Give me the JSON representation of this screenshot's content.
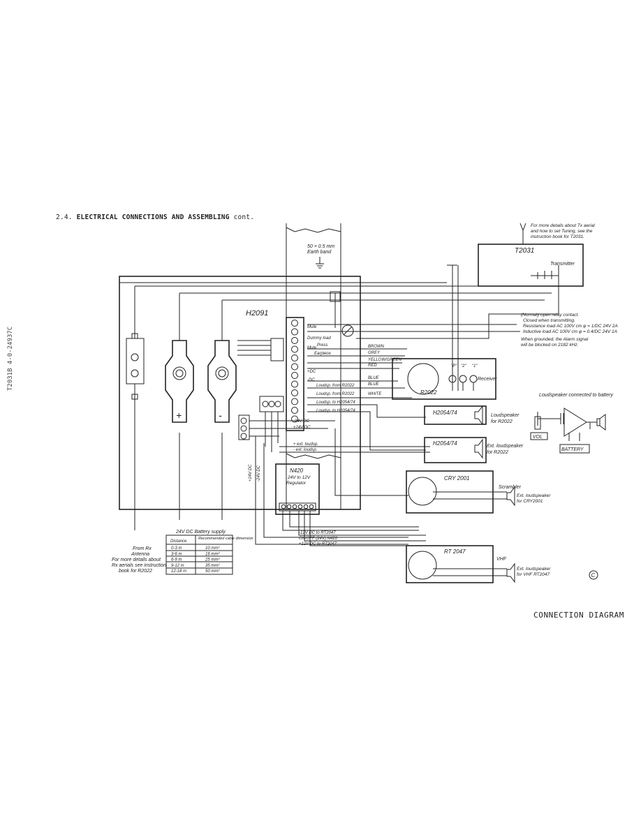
{
  "header": {
    "prefix": "2.4.",
    "title": "ELECTRICAL CONNECTIONS AND ASSEMBLING",
    "suffix": "cont."
  },
  "side_code": "T2031B  4-0-24937C",
  "footer": "CONNECTION DIAGRAM",
  "copyright": "C",
  "earth": {
    "line1": "50 × 0.5 mm",
    "line2": "Earth band"
  },
  "tx_note": [
    "For more details about Tx aerial",
    "and how to set Tuning, see the",
    "instruction book for T2031."
  ],
  "transmitter": {
    "id": "T2031",
    "label": "Transmitter"
  },
  "h2091": "H2091",
  "terminals": {
    "t1": "Mute",
    "t2": "Dummy load",
    "t3": "Mute",
    "t4": "Press",
    "t4b": "Earpiece",
    "t6": "+DC",
    "t7": "-DC",
    "t8": "Loudsp. from R2022",
    "t9": "Loudsp. from R2022",
    "t10": "Loudsp. to H2054/74",
    "t11": "Loudsp. to H2054/74",
    "neg24": "-24V DC",
    "pos24": "+24V DC",
    "extl1": "+ ext. loudsp.",
    "extl2": "- ext. loudsp."
  },
  "wires": {
    "brown": "BROWN",
    "grey": "GREY",
    "yg": "YELLOW/GREEN",
    "red": "RED",
    "blue1": "BLUE",
    "blue2": "BLUE",
    "white": "WHITE"
  },
  "relay_note": [
    "(Normaly open relay contact.",
    "Closed when transmitting.",
    "Resistance load  AC 100V cm φ = 1/DC 24V 2A",
    "Inductive load   AC 100V cm φ = 0.4/DC 24V 1A",
    "When grounded,  the Alarm signal",
    "will be blocked on 2182 kHz."
  ],
  "receiver": {
    "id": "R2022",
    "label": "Receiver",
    "p1": "\"P\"",
    "p2": "\"2\"",
    "p3": "\"1\""
  },
  "speaker1": {
    "id": "H2054/74",
    "line1": "Loudspeaker",
    "line2": "for R2022"
  },
  "speaker2": {
    "id": "H2054/74",
    "line1": "Ext. loudspeaker",
    "line2": "for R2022"
  },
  "battery_title": "Loudspeaker connected to battery",
  "vol": "VOL",
  "battery": "BATTERY",
  "n420": {
    "id": "N420",
    "line1": "24V to 12V",
    "line2": "Regulator",
    "a": "+24V DC",
    "b": "-24V DC"
  },
  "cry": {
    "id": "CRY 2001",
    "label": "Scrambler",
    "ext1": "Ext. loudspeaker",
    "ext2": "for CRY2001"
  },
  "rt": {
    "id": "RT 2047",
    "label": "VHF",
    "ext1": "Ext. loudspeaker",
    "ext2": "for VHF RT2047",
    "w1": "-12V DC to RT2047",
    "w2": "ON/OFF (24V) N420",
    "w3": "+12V DC to RT2047"
  },
  "battery_supply": {
    "title": "24V DC Battery supply",
    "h1": "Distance",
    "h2": "Recommended cable dimension",
    "rows": [
      [
        "0-3 m",
        "10 mm²"
      ],
      [
        "3-6 m",
        "16 mm²"
      ],
      [
        "6-9 m",
        "25 mm²"
      ],
      [
        "9-12 m",
        "35 mm²"
      ],
      [
        "12-18 m",
        "50 mm²"
      ]
    ]
  },
  "rx_note": [
    "From Rx",
    "Antenna",
    "For more details about",
    "Rx aerials see instruction",
    "book for R2022"
  ],
  "plus": "+",
  "minus": "-"
}
